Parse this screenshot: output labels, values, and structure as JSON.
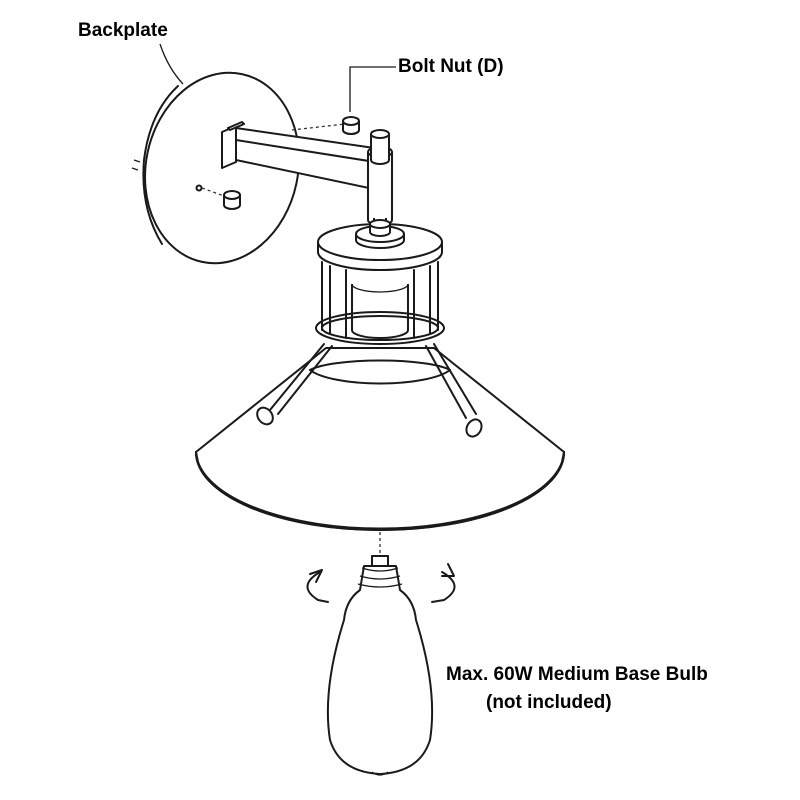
{
  "labels": {
    "backplate": "Backplate",
    "bolt_nut": "Bolt Nut (D)",
    "bulb_line1": "Max. 60W Medium Base Bulb",
    "bulb_line2": "(not included)"
  },
  "colors": {
    "line": "#1a1a1a",
    "background": "#ffffff"
  }
}
